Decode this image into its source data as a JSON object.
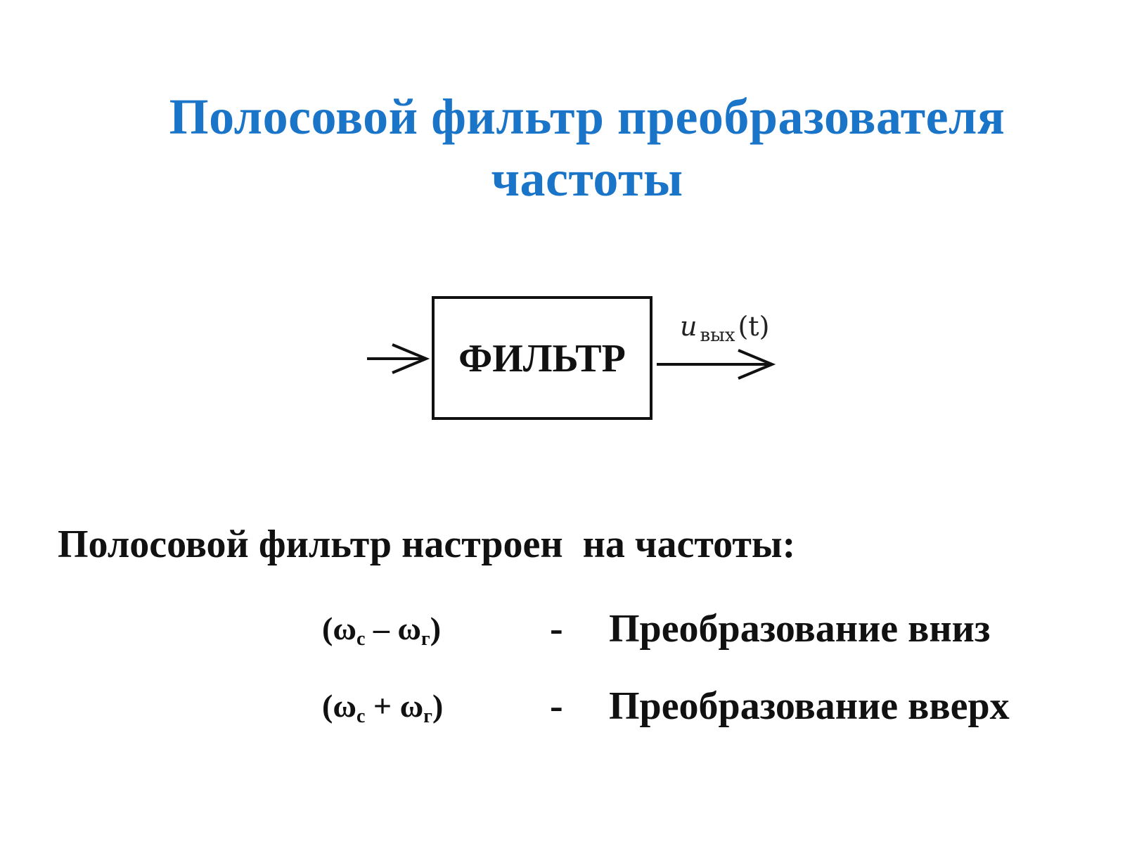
{
  "title": {
    "line1": "Полосовой фильтр преобразователя",
    "line2": "частоты"
  },
  "diagram": {
    "block_label": "ФИЛЬТР",
    "output_signal": {
      "symbol": "u",
      "subscript": "вых",
      "argument": "(t)"
    }
  },
  "tuned_heading": "Полосовой фильтр настроен  на частоты:",
  "conversions": [
    {
      "open": "(ω",
      "sub1": "с",
      "operator": " – ω",
      "sub2": "г",
      "close": ")",
      "dash": "-",
      "label": "Преобразование вниз"
    },
    {
      "open": "(ω",
      "sub1": "с",
      "operator": " + ω",
      "sub2": "г",
      "close": ")",
      "dash": "-",
      "label": "Преобразование вверх"
    }
  ],
  "colors": {
    "title": "#1a74c7",
    "text": "#111111"
  }
}
